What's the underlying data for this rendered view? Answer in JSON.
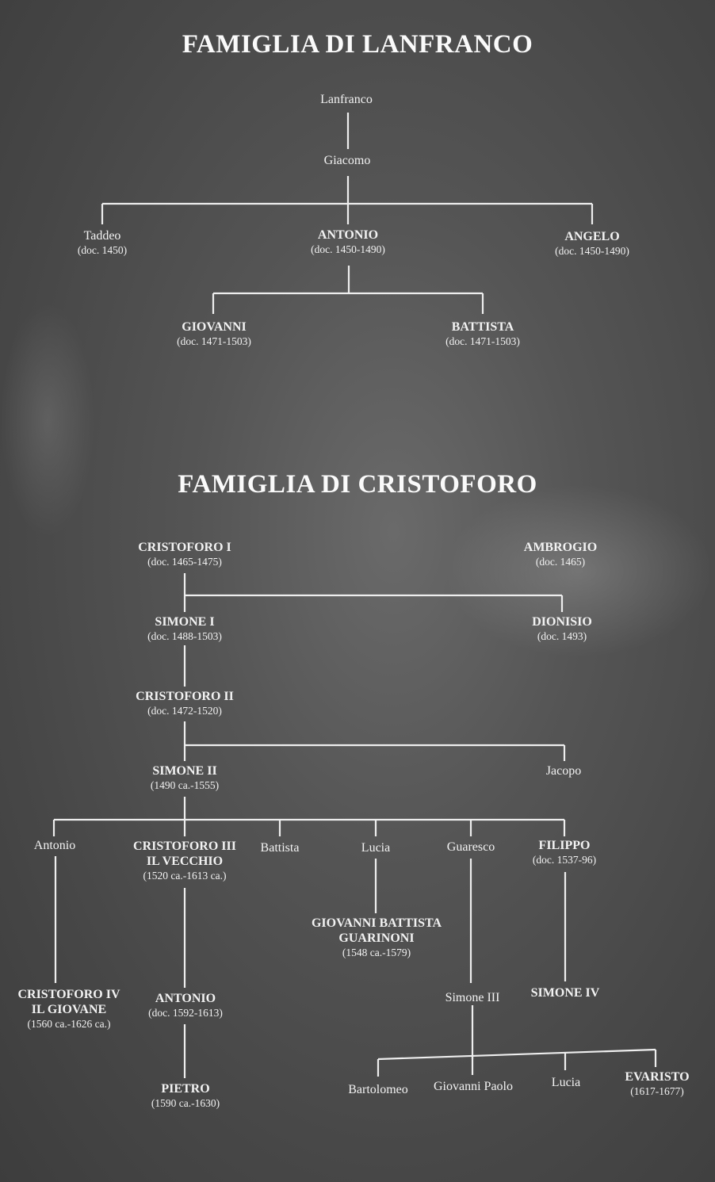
{
  "titles": {
    "lanfranco": "FAMIGLIA DI LANFRANCO",
    "cristoforo": "FAMIGLIA DI CRISTOFORO"
  },
  "nodes": {
    "lanfranco": {
      "name": "Lanfranco"
    },
    "giacomo": {
      "name": "Giacomo"
    },
    "taddeo": {
      "name": "Taddeo",
      "dates": "(doc. 1450)"
    },
    "antonio_l": {
      "name": "ANTONIO",
      "dates": "(doc. 1450-1490)"
    },
    "angelo": {
      "name": "ANGELO",
      "dates": "(doc. 1450-1490)"
    },
    "giovanni": {
      "name": "GIOVANNI",
      "dates": "(doc. 1471-1503)"
    },
    "battista_l": {
      "name": "BATTISTA",
      "dates": "(doc. 1471-1503)"
    },
    "cristoforo1": {
      "name": "CRISTOFORO I",
      "dates": "(doc. 1465-1475)"
    },
    "ambrogio": {
      "name": "AMBROGIO",
      "dates": "(doc. 1465)"
    },
    "simone1": {
      "name": "SIMONE I",
      "dates": "(doc. 1488-1503)"
    },
    "dionisio": {
      "name": "DIONISIO",
      "dates": "(doc. 1493)"
    },
    "cristoforo2": {
      "name": "CRISTOFORO II",
      "dates": "(doc. 1472-1520)"
    },
    "simone2": {
      "name": "SIMONE II",
      "dates": "(1490 ca.-1555)"
    },
    "jacopo": {
      "name": "Jacopo"
    },
    "antonio_c": {
      "name": "Antonio"
    },
    "cristoforo3": {
      "name": "CRISTOFORO III",
      "name2": "IL VECCHIO",
      "dates": "(1520 ca.-1613 ca.)"
    },
    "battista_c": {
      "name": "Battista"
    },
    "lucia1": {
      "name": "Lucia"
    },
    "guaresco": {
      "name": "Guaresco"
    },
    "filippo": {
      "name": "FILIPPO",
      "dates": "(doc. 1537-96)"
    },
    "gbguarinoni": {
      "name": "GIOVANNI BATTISTA",
      "name2": "GUARINONI",
      "dates": "(1548 ca.-1579)"
    },
    "cristoforo4": {
      "name": "CRISTOFORO IV",
      "name2": "IL GIOVANE",
      "dates": "(1560 ca.-1626 ca.)"
    },
    "antonio2": {
      "name": "ANTONIO",
      "dates": "(doc. 1592-1613)"
    },
    "simone3": {
      "name": "Simone III"
    },
    "simone4": {
      "name": "SIMONE IV"
    },
    "pietro": {
      "name": "PIETRO",
      "dates": "(1590 ca.-1630)"
    },
    "bartolomeo": {
      "name": "Bartolomeo"
    },
    "giovannipaolo": {
      "name": "Giovanni Paolo"
    },
    "lucia2": {
      "name": "Lucia"
    },
    "evaristo": {
      "name": "EVARISTO",
      "dates": "(1617-1677)"
    }
  }
}
